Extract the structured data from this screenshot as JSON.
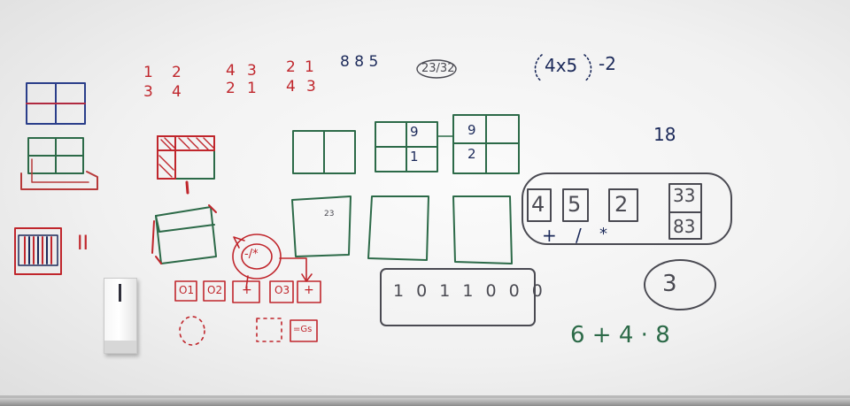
{
  "top_row": {
    "grid_a": [
      "1",
      "2",
      "3",
      "4"
    ],
    "grid_b": [
      "4",
      "3",
      "2",
      "1"
    ],
    "grid_c": [
      "2",
      "1",
      "4",
      "3"
    ],
    "digits": "8  8  5",
    "fraction": "23/32",
    "expression_factor": "4x5",
    "expression_minus": "-2"
  },
  "right_side": {
    "value_18": "18",
    "cards": [
      "4",
      "5",
      "2"
    ],
    "card_stack": [
      "33",
      "83"
    ],
    "ops": [
      "+",
      "/",
      "*"
    ],
    "circled": "3",
    "expression": "6 + 4 · 8"
  },
  "middle": {
    "fold_top": "9",
    "fold_bottom": "1",
    "fold2_top": "9",
    "fold2_bottom": "2",
    "box_label": "23",
    "binary": "1 0 1 1 0 0 0"
  },
  "left_side": {
    "tally": "II",
    "stack_ops": [
      "O1",
      "O2",
      "+",
      "O3",
      "+"
    ],
    "circle_ops": "-/*",
    "result_box": "=Gs"
  },
  "colors": {
    "red_marker": "#c0262c",
    "navy_marker": "#1c2a5a",
    "green_marker": "#2c6a48",
    "black_marker": "#4a4a52"
  }
}
